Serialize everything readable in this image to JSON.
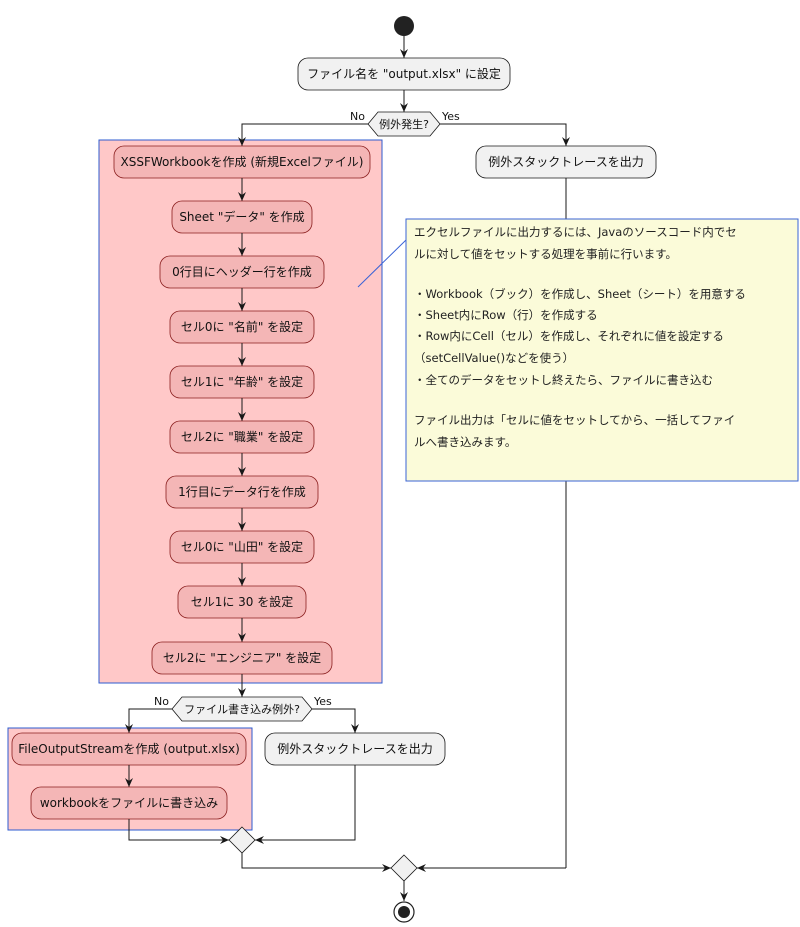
{
  "steps": {
    "set_filename": "ファイル名を \"output.xlsx\" に設定",
    "create_workbook": "XSSFWorkbookを作成 (新規Excelファイル)",
    "create_sheet": "Sheet \"データ\" を作成",
    "create_header_row": "0行目にヘッダー行を作成",
    "cell0_name": "セル0に \"名前\" を設定",
    "cell1_age": "セル1に \"年齢\" を設定",
    "cell2_job": "セル2に \"職業\" を設定",
    "create_data_row": "1行目にデータ行を作成",
    "cell0_yamada": "セル0に \"山田\" を設定",
    "cell1_30": "セル1に 30 を設定",
    "cell2_engineer": "セル2に \"エンジニア\" を設定",
    "create_fos": "FileOutputStreamを作成 (output.xlsx)",
    "write_workbook": "workbookをファイルに書き込み",
    "print_trace_1": "例外スタックトレースを出力",
    "print_trace_2": "例外スタックトレースを出力"
  },
  "decisions": {
    "exception": "例外発生?",
    "write_exception": "ファイル書き込み例外?",
    "no": "No",
    "yes": "Yes"
  },
  "note": {
    "lines": [
      "エクセルファイルに出力するには、Javaのソースコード内でセ",
      "ルに対して値をセットする処理を事前に行います。",
      "",
      "・Workbook（ブック）を作成し、Sheet（シート）を用意する",
      "・Sheet内にRow（行）を作成する",
      "・Row内にCell（セル）を作成し、それぞれに値を設定する",
      "（setCellValue()などを使う）",
      "・全てのデータをセットし終えたら、ファイルに書き込む",
      "",
      "ファイル出力は「セルに値をセットしてから、一括してファイ",
      "ルへ書き込みます。"
    ]
  }
}
